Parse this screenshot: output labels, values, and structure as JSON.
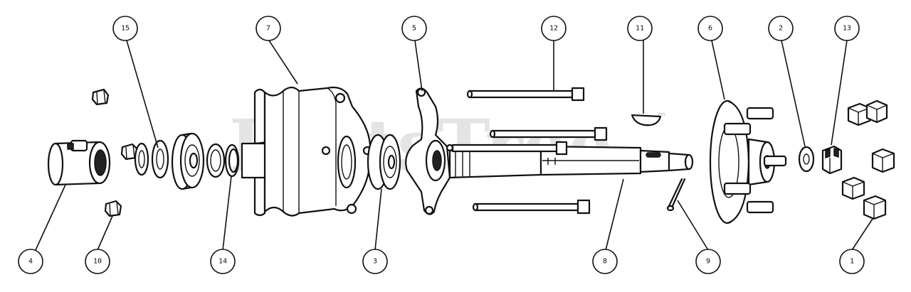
{
  "watermark": {
    "text": "PartsTree",
    "trademark": "™"
  },
  "callouts": [
    {
      "id": "c15",
      "label": "15",
      "name": "callout-15"
    },
    {
      "id": "c7",
      "label": "7",
      "name": "callout-7"
    },
    {
      "id": "c5",
      "label": "5",
      "name": "callout-5"
    },
    {
      "id": "c12",
      "label": "12",
      "name": "callout-12"
    },
    {
      "id": "c11",
      "label": "11",
      "name": "callout-11"
    },
    {
      "id": "c6",
      "label": "6",
      "name": "callout-6"
    },
    {
      "id": "c2",
      "label": "2",
      "name": "callout-2"
    },
    {
      "id": "c13",
      "label": "13",
      "name": "callout-13"
    },
    {
      "id": "c4",
      "label": "4",
      "name": "callout-4"
    },
    {
      "id": "c10",
      "label": "10",
      "name": "callout-10"
    },
    {
      "id": "c14",
      "label": "14",
      "name": "callout-14"
    },
    {
      "id": "c3",
      "label": "3",
      "name": "callout-3"
    },
    {
      "id": "c8",
      "label": "8",
      "name": "callout-8"
    },
    {
      "id": "c9",
      "label": "9",
      "name": "callout-9"
    },
    {
      "id": "c1",
      "label": "1",
      "name": "callout-1"
    }
  ]
}
